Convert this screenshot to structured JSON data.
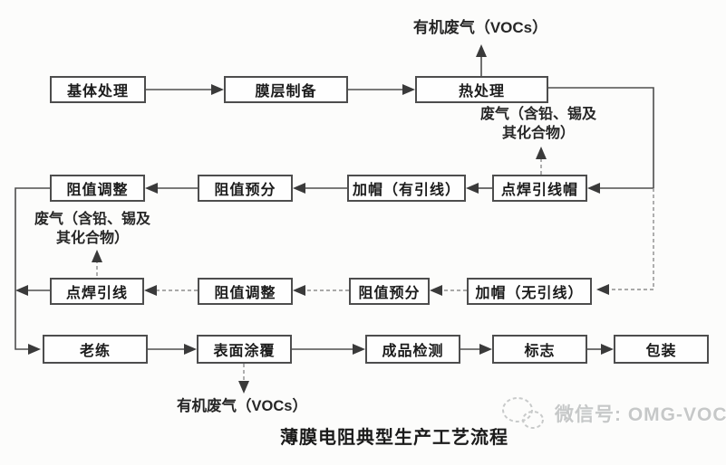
{
  "diagram": {
    "title": "薄膜电阻典型生产工艺流程",
    "boxes": {
      "substrate_treatment": "基体处理",
      "film_preparation": "膜层制备",
      "heat_treatment": "热处理",
      "resistance_adjust_top": "阻值调整",
      "resistance_presort_top": "阻值预分",
      "capping_with_leads": "加帽（有引线）",
      "spot_weld_lead_cap": "点焊引线帽",
      "spot_weld_leads": "点焊引线",
      "resistance_adjust_mid": "阻值调整",
      "resistance_presort_mid": "阻值预分",
      "capping_leadless": "加帽（无引线）",
      "burn_in": "老练",
      "surface_coating": "表面涂覆",
      "final_inspection": "成品检测",
      "marking": "标志",
      "packaging": "包装"
    },
    "annotations": {
      "organic_waste_top": "有机废气（VOCs）",
      "waste_right_line1": "废气（含铅、锡及",
      "waste_right_line2": "其化合物）",
      "waste_left_line1": "废气（含铅、锡及",
      "waste_left_line2": "其化合物）",
      "organic_waste_bottom": "有机废气（VOCs）"
    },
    "colors": {
      "line": "#4e4e4e",
      "faded_line": "#8d8d8d",
      "arrow_fill": "#3a3a3a",
      "watermark_gray": "#c6c8c8"
    },
    "watermark": {
      "icon": "wechat-icon",
      "text": "微信号: OMG-VOCs"
    }
  }
}
